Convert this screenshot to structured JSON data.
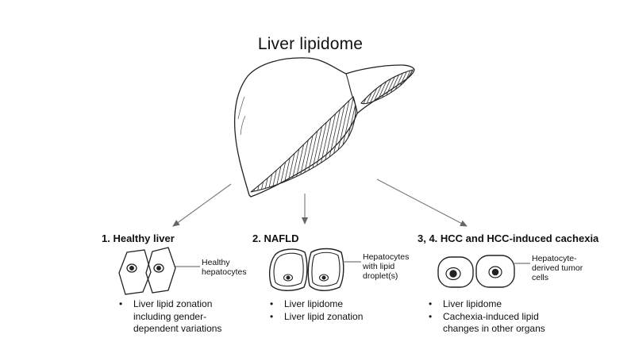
{
  "title": "Liver lipidome",
  "sections": [
    {
      "heading": "1. Healthy liver",
      "cell_label": [
        "Healthy",
        "hepatocytes"
      ],
      "bullets": [
        "Liver lipid zonation including gender-dependent variations"
      ]
    },
    {
      "heading": "2. NAFLD",
      "cell_label": [
        "Hepatocytes",
        "with lipid",
        "droplet(s)"
      ],
      "bullets": [
        "Liver lipidome",
        "Liver lipid zonation"
      ]
    },
    {
      "heading": "3, 4. HCC and HCC-induced cachexia",
      "cell_label": [
        "Hepatocyte-",
        "derived tumor",
        "cells"
      ],
      "bullets": [
        "Liver lipidome",
        "Cachexia-induced lipid changes in other organs"
      ]
    }
  ]
}
